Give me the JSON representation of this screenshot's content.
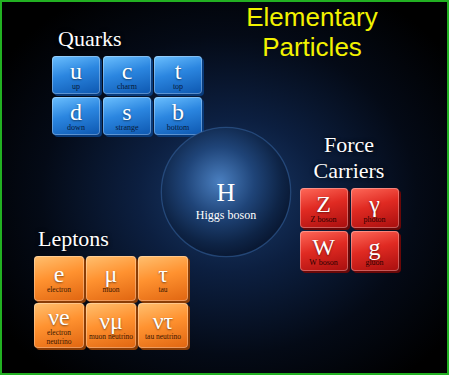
{
  "diagram": {
    "title": "Elementary Particles",
    "nodes": [
      {
        "text": [
          "Quarks"
        ]
      },
      {
        "text": [
          "u",
          "up"
        ],
        "in": 0
      },
      {
        "text": [
          "c",
          "charm"
        ],
        "in": 0
      },
      {
        "text": [
          "t",
          "top"
        ],
        "in": 0
      },
      {
        "text": [
          "d",
          "down"
        ],
        "in": 0
      },
      {
        "text": [
          "s",
          "strange"
        ],
        "in": 0
      },
      {
        "text": [
          "b",
          "bottom"
        ],
        "in": 0
      },
      {
        "text": [
          "Force Carriers"
        ]
      },
      {
        "text": [
          "Z",
          "Z boson"
        ],
        "in": 7
      },
      {
        "text": [
          "γ",
          "photon"
        ],
        "in": 7
      },
      {
        "text": [
          "W",
          "W boson"
        ],
        "in": 7
      },
      {
        "text": [
          "g",
          "gluon"
        ],
        "in": 7
      },
      {
        "text": [
          "H",
          "Higgs boson"
        ]
      },
      {
        "text": [
          "Leptons"
        ]
      },
      {
        "text": [
          "e",
          "electron"
        ],
        "in": 13
      },
      {
        "text": [
          "μ",
          "muon"
        ],
        "in": 13
      },
      {
        "text": [
          "τ",
          "tau"
        ],
        "in": 13
      },
      {
        "text": [
          "νe",
          "electron neutrino"
        ],
        "in": 13
      },
      {
        "text": [
          "νμ",
          "muon neutrino"
        ],
        "in": 13
      },
      {
        "text": [
          "ντ",
          "tau neutrino"
        ],
        "in": 13
      }
    ]
  }
}
